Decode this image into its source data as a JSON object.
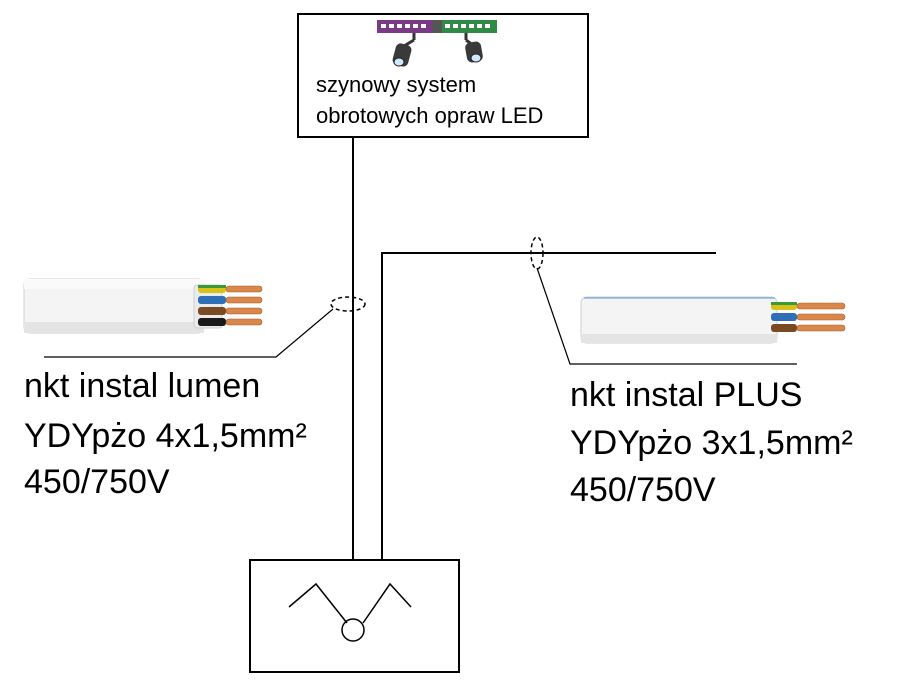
{
  "fixture": {
    "line1": "szynowy system",
    "line2": "obrotowych opraw LED"
  },
  "cable_left": {
    "brand": "nkt instal lumen",
    "type": "YDYpżo 4x1,5mm²",
    "voltage": "450/750V",
    "core_colors": [
      "#d8c21a",
      "#2e6fb8",
      "#7a4a22",
      "#1a1a1a"
    ],
    "core_names": [
      "green-yellow",
      "blue",
      "brown",
      "black"
    ]
  },
  "cable_right": {
    "brand": "nkt instal PLUS",
    "type": "YDYpżo 3x1,5mm²",
    "voltage": "450/750V",
    "core_colors": [
      "#d8c21a",
      "#2e6fb8",
      "#7a4a22"
    ],
    "core_names": [
      "green-yellow",
      "blue",
      "brown"
    ]
  },
  "colors": {
    "line": "#000000",
    "copper": "#d9874a",
    "sheath": "#f2f2f2",
    "track": "#7b3a86",
    "track_right": "#2f8a45"
  }
}
